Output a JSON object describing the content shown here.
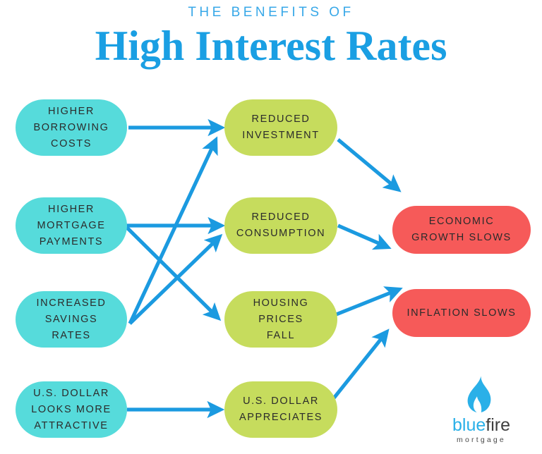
{
  "header": {
    "kicker": "THE BENEFITS OF",
    "headline": "High Interest Rates",
    "kicker_color": "#38a8e8",
    "headline_color": "#1a9fe3"
  },
  "colors": {
    "cause_box": "#56dbdb",
    "effect_box": "#c6dc5d",
    "outcome_box": "#f65a59",
    "arrow": "#1b9ae0",
    "text": "#2b2b2b",
    "background": "#ffffff"
  },
  "diagram": {
    "type": "flow",
    "columns": [
      {
        "name": "causes",
        "color": "#56dbdb"
      },
      {
        "name": "effects",
        "color": "#c6dc5d"
      },
      {
        "name": "outcomes",
        "color": "#f65a59"
      }
    ],
    "nodes": [
      {
        "id": "higher-borrowing-costs",
        "column": "causes",
        "lines": [
          "HIGHER",
          "BORROWING",
          "COSTS"
        ]
      },
      {
        "id": "higher-mortgage-payments",
        "column": "causes",
        "lines": [
          "HIGHER",
          "MORTGAGE",
          "PAYMENTS"
        ]
      },
      {
        "id": "increased-savings-rates",
        "column": "causes",
        "lines": [
          "INCREASED",
          "SAVINGS",
          "RATES"
        ]
      },
      {
        "id": "us-dollar-looks-more-attractive",
        "column": "causes",
        "lines": [
          "U.S. DOLLAR",
          "LOOKS MORE",
          "ATTRACTIVE"
        ]
      },
      {
        "id": "reduced-investment",
        "column": "effects",
        "lines": [
          "REDUCED",
          "INVESTMENT"
        ]
      },
      {
        "id": "reduced-consumption",
        "column": "effects",
        "lines": [
          "REDUCED",
          "CONSUMPTION"
        ]
      },
      {
        "id": "housing-prices-fall",
        "column": "effects",
        "lines": [
          "HOUSING",
          "PRICES",
          "FALL"
        ]
      },
      {
        "id": "us-dollar-appreciates",
        "column": "effects",
        "lines": [
          "U.S. DOLLAR",
          "APPRECIATES"
        ]
      },
      {
        "id": "economic-growth-slows",
        "column": "outcomes",
        "lines": [
          "ECONOMIC",
          "GROWTH SLOWS"
        ]
      },
      {
        "id": "inflation-slows",
        "column": "outcomes",
        "lines": [
          "INFLATION SLOWS"
        ]
      }
    ],
    "edges": [
      {
        "from": "higher-borrowing-costs",
        "to": "reduced-investment"
      },
      {
        "from": "higher-mortgage-payments",
        "to": "reduced-consumption"
      },
      {
        "from": "higher-mortgage-payments",
        "to": "housing-prices-fall"
      },
      {
        "from": "increased-savings-rates",
        "to": "reduced-investment"
      },
      {
        "from": "increased-savings-rates",
        "to": "reduced-consumption"
      },
      {
        "from": "us-dollar-looks-more-attractive",
        "to": "us-dollar-appreciates"
      },
      {
        "from": "reduced-investment",
        "to": "economic-growth-slows"
      },
      {
        "from": "reduced-consumption",
        "to": "economic-growth-slows"
      },
      {
        "from": "housing-prices-fall",
        "to": "inflation-slows"
      },
      {
        "from": "us-dollar-appreciates",
        "to": "inflation-slows"
      }
    ]
  },
  "logo": {
    "word_blue": "blue",
    "word_dark": "fire",
    "tagline": "mortgage",
    "flame_color": "#2ab0e8"
  }
}
